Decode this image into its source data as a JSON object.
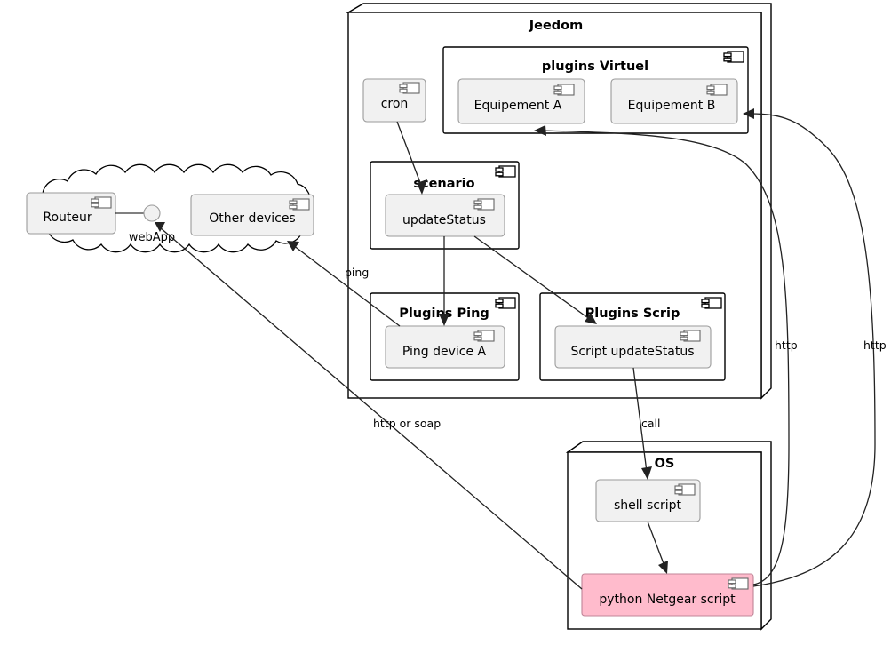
{
  "diagram": {
    "type": "uml-component-diagram",
    "background": "#FFFFFF",
    "stroke_color": "#000000",
    "component_fill": "#F1F1F1",
    "component_stroke": "#9A9A9A",
    "highlight_fill": "#FFBBCC",
    "highlight_stroke": "#C08497"
  },
  "nodes": {
    "jeedom": {
      "title": "Jeedom"
    },
    "os": {
      "title": "OS"
    }
  },
  "packages": {
    "plugins_virtuel": {
      "title": "plugins Virtuel"
    },
    "scenario": {
      "title": "scenario"
    },
    "plugins_ping": {
      "title": "Plugins Ping"
    },
    "plugins_scrip": {
      "title": "Plugins Scrip"
    }
  },
  "components": {
    "cron": {
      "label": "cron"
    },
    "equipement_a": {
      "label": "Equipement A"
    },
    "equipement_b": {
      "label": "Equipement B"
    },
    "update_status": {
      "label": "updateStatus"
    },
    "ping_device_a": {
      "label": "Ping device A"
    },
    "script_update_status": {
      "label": "Script updateStatus"
    },
    "shell_script": {
      "label": "shell script"
    },
    "python_netgear_script": {
      "label": "python Netgear script"
    },
    "routeur": {
      "label": "Routeur"
    },
    "other_devices": {
      "label": "Other devices"
    }
  },
  "cloud": {
    "name": "network-cloud"
  },
  "interfaces": {
    "webapp": {
      "label": "webApp"
    }
  },
  "edge_labels": {
    "ping": "ping",
    "http_or_soap": "http or soap",
    "call": "call",
    "http_1": "http",
    "http_2": "http"
  }
}
